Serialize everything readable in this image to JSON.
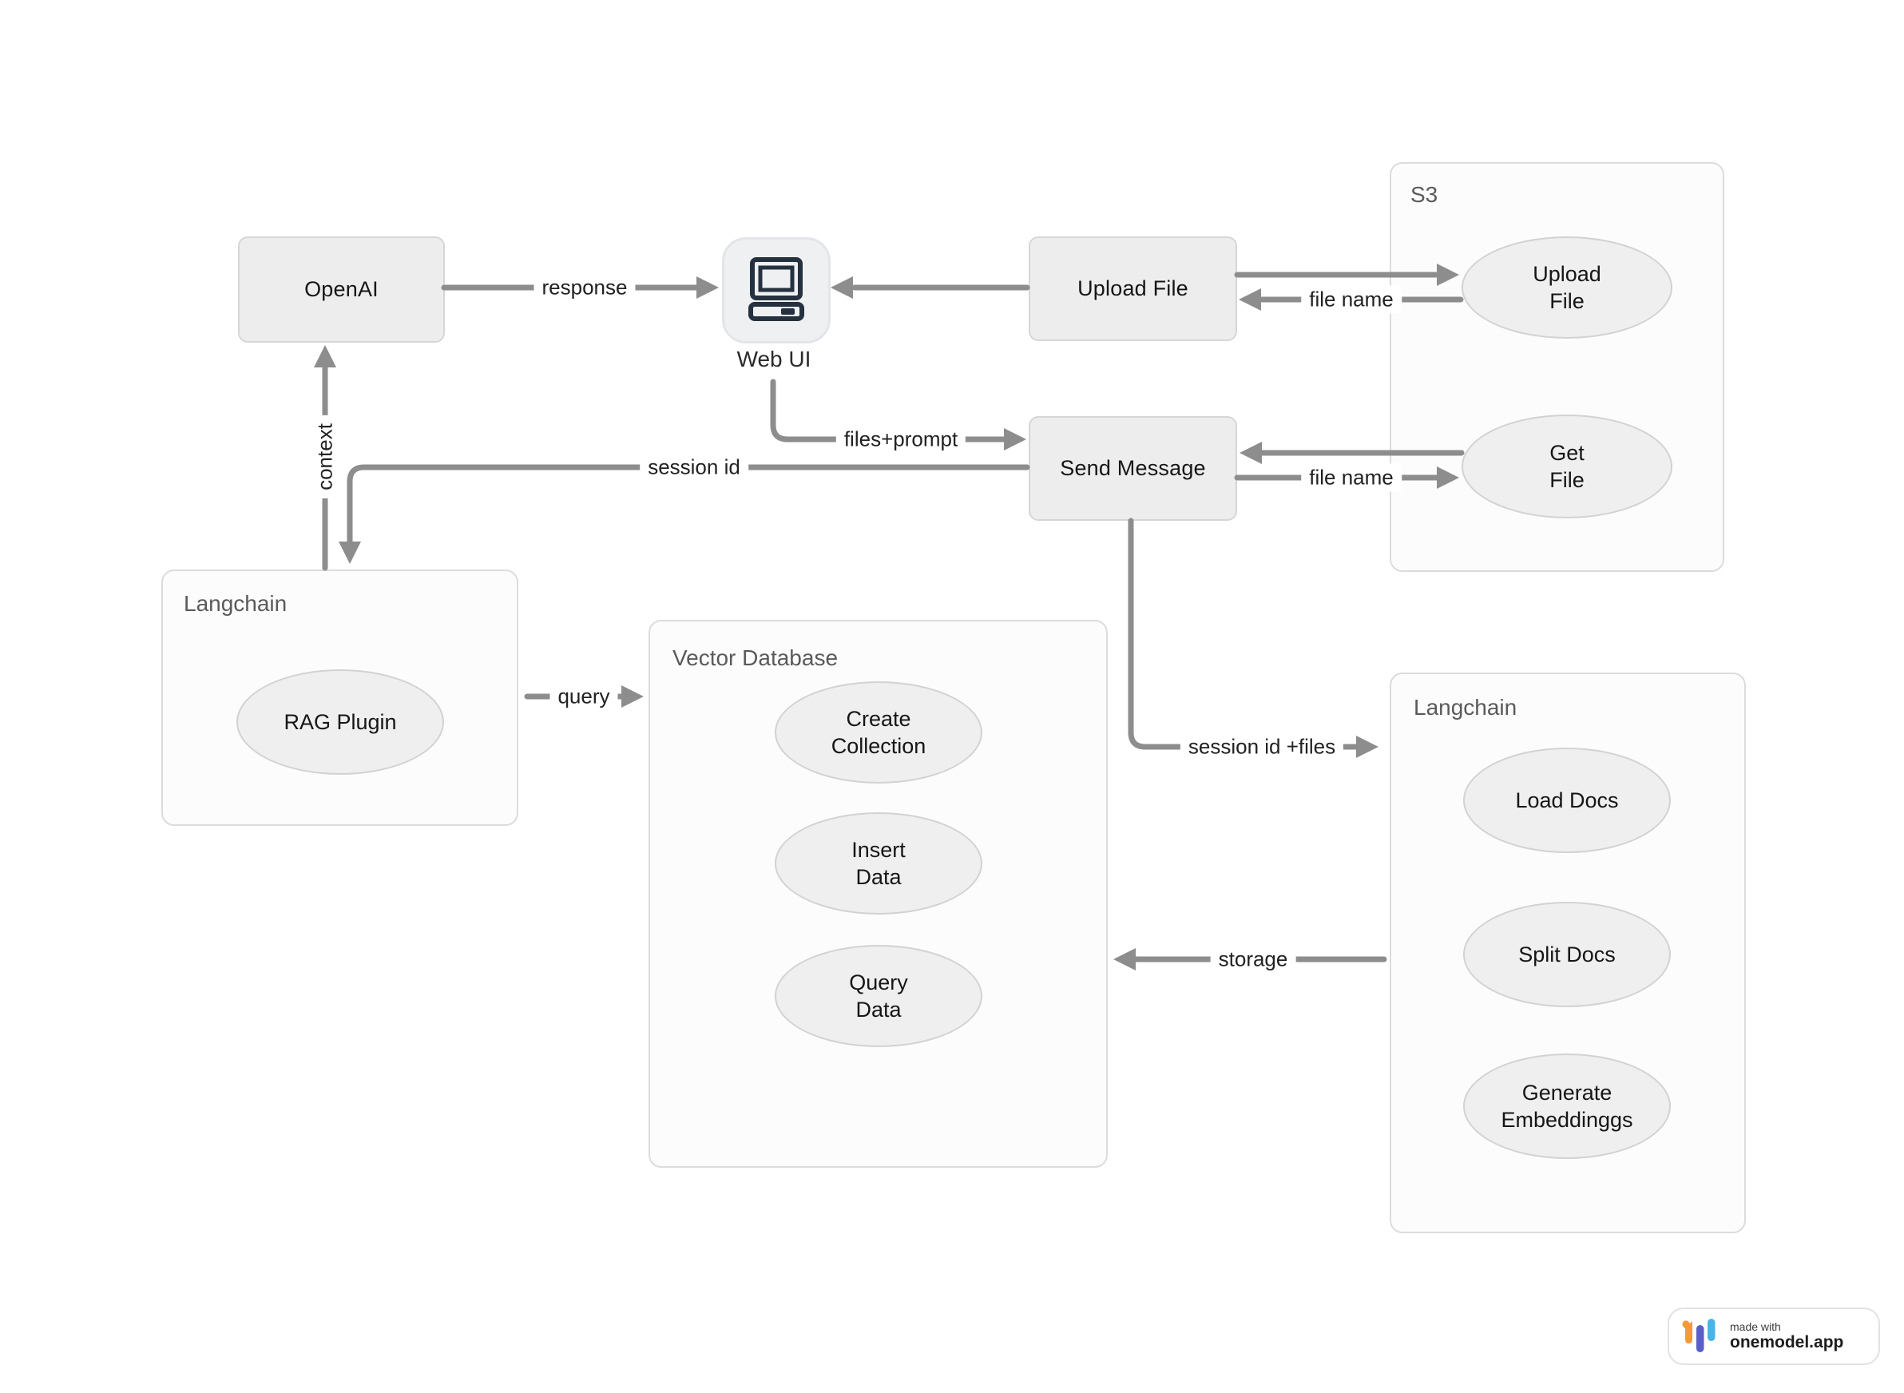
{
  "diagram": {
    "nodes": {
      "openai": "OpenAI",
      "web_ui": "Web UI",
      "upload_file": "Upload File",
      "send_message": "Send Message"
    },
    "containers": {
      "s3": "S3",
      "langchain_left": "Langchain",
      "vector_database": "Vector Database",
      "langchain_right": "Langchain"
    },
    "processes": {
      "s3_upload_file": {
        "line1": "Upload",
        "line2": "File"
      },
      "s3_get_file": {
        "line1": "Get",
        "line2": "File"
      },
      "rag_plugin": {
        "label": "RAG Plugin"
      },
      "create_collection": {
        "line1": "Create",
        "line2": "Collection"
      },
      "insert_data": {
        "line1": "Insert",
        "line2": "Data"
      },
      "query_data": {
        "line1": "Query",
        "line2": "Data"
      },
      "load_docs": {
        "label": "Load Docs"
      },
      "split_docs": {
        "label": "Split Docs"
      },
      "generate_embeddings": {
        "line1": "Generate",
        "line2": "Embeddinggs"
      }
    },
    "edges": {
      "response": "response",
      "upload_file_name": "file name",
      "files_prompt": "files+prompt",
      "session_id": "session id",
      "context": "context",
      "query": "query",
      "session_id_files": "session id +files",
      "storage": "storage",
      "get_file_name": "file name"
    }
  },
  "badge": {
    "made_with": "made with",
    "brand": "onemodel.app"
  },
  "colors": {
    "arrow": "#8d8d8d",
    "node_fill": "#ededed",
    "node_border": "#d6d6d6",
    "container_fill": "#fcfcfc",
    "container_border": "#dcdcdc",
    "ellipse_fill": "#efefef",
    "ellipse_border": "#d2d2d2",
    "icon_glyph": "#26313f",
    "logo_orange": "#f29b38",
    "logo_indigo": "#5a5fc7",
    "logo_blue": "#47b5e8"
  }
}
